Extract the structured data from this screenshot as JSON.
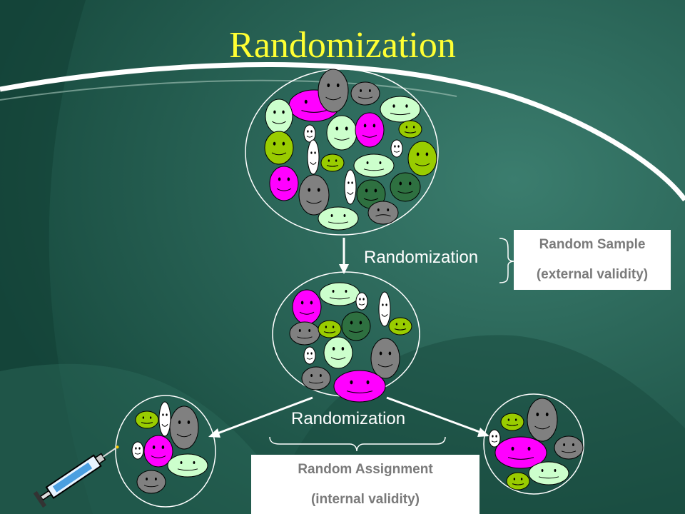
{
  "slide": {
    "title": "Randomization",
    "steps": [
      {
        "label": "Randomization"
      },
      {
        "label": "Randomization"
      }
    ],
    "notes": {
      "sample": {
        "line1": "Random Sample",
        "line2": "(external validity)"
      },
      "assignment": {
        "line1": "Random Assignment",
        "line2": "(internal validity)"
      }
    },
    "colors": {
      "title": "#ffff33",
      "background": "#1f5a4c",
      "magenta": "#ff00ff",
      "light_green": "#ccffcc",
      "olive_green": "#99cc00",
      "dark_green": "#2e7040",
      "gray": "#808080",
      "white": "#ffffff",
      "note_text": "#7a7a7a"
    },
    "icons": [
      "syringe-icon",
      "smiley-face-icon",
      "frowning-face-icon"
    ]
  }
}
